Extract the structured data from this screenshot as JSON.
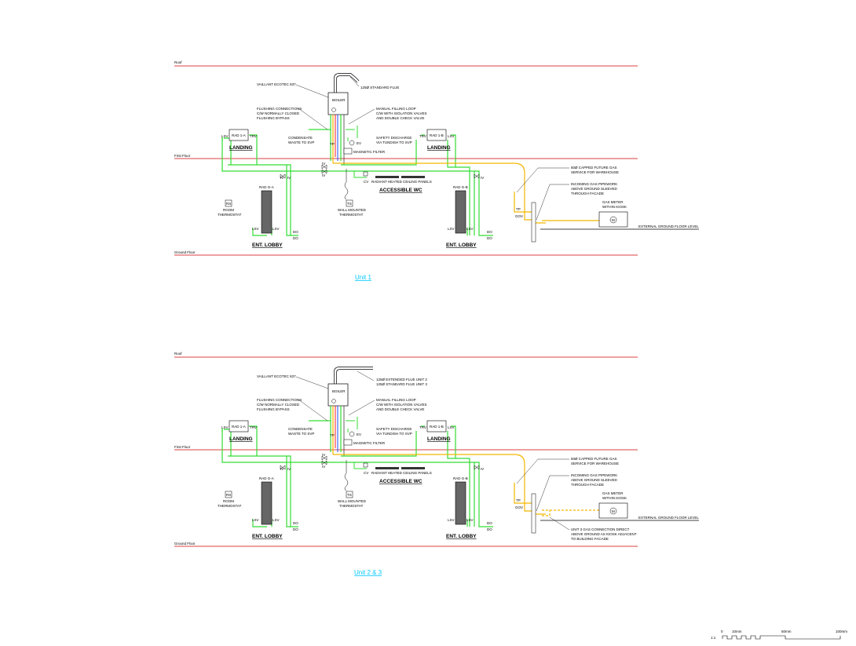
{
  "levels": {
    "roof": "Roof",
    "first_floor": "First Floor",
    "ground_floor": "Ground Floor"
  },
  "units": [
    {
      "title": "Unit 1",
      "boiler_model": "VAILLANT ECOTEC 837",
      "boiler_label": "BOILER",
      "flue_lines": [
        "125Ø STANDARD FLUE"
      ],
      "flushing": [
        "FLUSHING CONNECTIONS",
        "C/W NORMALLY CLOSED",
        "FLUSHING BYPASS"
      ],
      "filling_loop": [
        "MANUAL FILLING LOOP",
        "C/W WITH ISOLATION VALVES",
        "AND DOUBLE CHECK VALVE"
      ],
      "condensate": [
        "CONDENSATE",
        "WASTE TO SVP"
      ],
      "safety_discharge": [
        "SAFETY DISCHARGE",
        "VIA TUNDISH TO SVP"
      ],
      "ev": "EV",
      "magnetic_filter": "MAGNETIC FILTER",
      "tp": "TP",
      "rad_1a": "RAD 1-A",
      "rad_1b": "RAD 1-B",
      "rad_ga": "RAD G-A",
      "rad_gb": "RAD G-B",
      "lsv": "LSV",
      "trv": "TRV",
      "iv": "IV",
      "do": "DO",
      "cv": "CV",
      "landing": "LANDING",
      "ent_lobby": "ENT. LOBBY",
      "accessible_wc": "ACCESSIBLE WC",
      "radiant_panels": "RADIANT HEATED CEILING PANELS",
      "rs": "RS",
      "room_thermostat": [
        "ROOM",
        "THERMOSTAT"
      ],
      "ts": "TS",
      "wall_thermostat": [
        "WALL MOUNTED",
        "THERMOSTAT"
      ],
      "future_gas": [
        "50Ø CAPPED FUTURE GAS",
        "SERVICE FOR WAREHOUSE"
      ],
      "incoming_gas": [
        "INCOMING GAS PIPEWORK",
        "ABOVE GROUND SLEEVED",
        "THROUGH FACADE"
      ],
      "gas_meter": [
        "GAS METER",
        "WITHIN KIOSK"
      ],
      "meter_symbol": "M",
      "gov": "GOV",
      "ext_level": "EXTERNAL GROUND FLOOR LEVEL",
      "unit3_gas": []
    },
    {
      "title": "Unit 2 & 3",
      "boiler_model": "VAILLANT ECOTEC 837",
      "boiler_label": "BOILER",
      "flue_lines": [
        "125Ø EXTENDED FLUE UNIT 2",
        "125Ø STANDARD FLUE UNIT 3"
      ],
      "flushing": [
        "FLUSHING CONNECTIONS",
        "C/W NORMALLY CLOSED",
        "FLUSHING BYPASS"
      ],
      "filling_loop": [
        "MANUAL FILLING LOOP",
        "C/W WITH ISOLATION VALVES",
        "AND DOUBLE CHECK VALVE"
      ],
      "condensate": [
        "CONDENSATE",
        "WASTE TO SVP"
      ],
      "safety_discharge": [
        "SAFETY DISCHARGE",
        "VIA TUNDISH TO SVP"
      ],
      "ev": "EV",
      "magnetic_filter": "MAGNETIC FILTER",
      "tp": "TP",
      "rad_1a": "RAD 1-A",
      "rad_1b": "RAD 1-B",
      "rad_ga": "RAD G-A",
      "rad_gb": "RAD G-B",
      "lsv": "LSV",
      "trv": "TRV",
      "iv": "IV",
      "do": "DO",
      "cv": "CV",
      "landing": "LANDING",
      "ent_lobby": "ENT. LOBBY",
      "accessible_wc": "ACCESSIBLE WC",
      "radiant_panels": "RADIANT HEATED CEILING PANELS",
      "rs": "RS",
      "room_thermostat": [
        "ROOM",
        "THERMOSTAT"
      ],
      "ts": "TS",
      "wall_thermostat": [
        "WALL MOUNTED",
        "THERMOSTAT"
      ],
      "future_gas": [
        "50Ø CAPPED FUTURE GAS",
        "SERVICE FOR WAREHOUSE"
      ],
      "incoming_gas": [
        "INCOMING GAS PIPEWORK",
        "ABOVE GROUND SLEEVED",
        "THROUGH FACADE"
      ],
      "gas_meter": [
        "GAS METER",
        "WITHIN KIOSK"
      ],
      "meter_symbol": "M",
      "gov": "GOV",
      "ext_level": "EXTERNAL GROUND FLOOR LEVEL",
      "unit3_gas": [
        "UNIT 3 GAS CONNECTION DIRECT",
        "ABOVE GROUND AS KIOSK ADJACENT",
        "TO BUILDING FACADE"
      ]
    }
  ],
  "scale_bar": {
    "ratio": "1:1",
    "ticks": [
      "0",
      "10mm",
      "50mm",
      "100mm"
    ]
  },
  "colors": {
    "level_line": "#d00000",
    "heating_pipe": "#33dd33",
    "gas_pipe": "#f2b600",
    "flow_red": "#ff2020",
    "flow_blue": "#2050ff",
    "title_cyan": "#00c8ff",
    "linework": "#000000",
    "radiator_fill": "#666666"
  }
}
